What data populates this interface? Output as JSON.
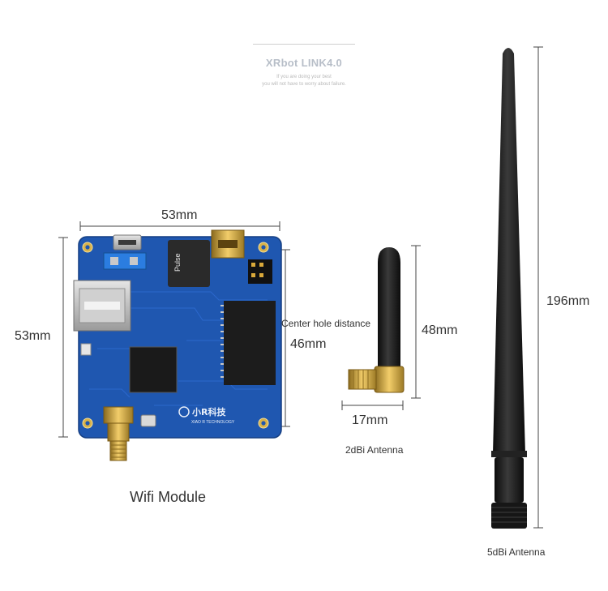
{
  "header": {
    "brand": "XRbot LINK4.0",
    "tagline_1": "If you are doing your best",
    "tagline_2": "you will not have to worry about failure."
  },
  "board": {
    "width_label": "53mm",
    "height_label": "53mm",
    "hole_distance_label": "Center hole distance",
    "hole_distance_value": "46mm",
    "caption": "Wifi Module",
    "silkscreen_brand": "小R科技",
    "silkscreen_sub": "XIAO R TECHNOLOGY",
    "chip_marking": "Pulse"
  },
  "small_antenna": {
    "height_label": "48mm",
    "width_label": "17mm",
    "caption": "2dBi Antenna"
  },
  "large_antenna": {
    "height_label": "196mm",
    "caption": "5dBi Antenna"
  },
  "colors": {
    "pcb": "#1f57b0",
    "antenna": "#1a1a1a",
    "gold": "#d9a93a",
    "dimension_line": "#444444"
  }
}
